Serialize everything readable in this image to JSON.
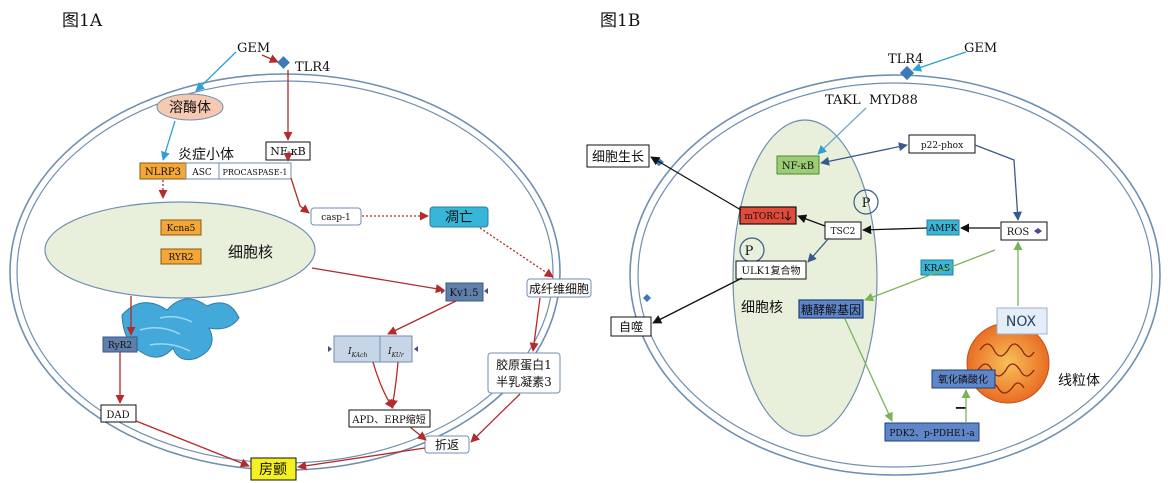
{
  "panels": {
    "a": {
      "title": "图1A"
    },
    "b": {
      "title": "图1B"
    }
  },
  "a": {
    "gem": "GEM",
    "tlr4": "TLR4",
    "lysosome": "溶酶体",
    "nfkb": "NF-κB",
    "inflammasome": "炎症小体",
    "nlrp3": "NLRP3",
    "asc": "ASC",
    "procaspase": "PROCASPASE-1",
    "casp1": "casp-1",
    "apoptosis": "凋亡",
    "kcna5": "Kcna5",
    "ryr2_nuc": "RYR2",
    "nucleus": "细胞核",
    "kv15": "Kv1.5",
    "fibroblast": "成纤维细胞",
    "ryr2_er": "RyR2",
    "ikach_base": "I",
    "ikach_sub": "KAch",
    "ikur_base": "I",
    "ikur_sub": "KUr",
    "collagen_line1": "胶原蛋白1",
    "collagen_line2": "半乳凝素3",
    "dad": "DAD",
    "apd": "APD、ERP缩短",
    "reentry": "折返",
    "af": "房颤"
  },
  "b": {
    "gem": "GEM",
    "tlr4": "TLR4",
    "takl": "TAKL",
    "myd88": "MYD88",
    "cell_growth": "细胞生长",
    "nfkb": "NF-κB",
    "p22": "p22-phox",
    "p_mark1": "P",
    "mtorc1": "mTORC1",
    "tsc2": "TSC2",
    "ampk": "AMPK",
    "ros": "ROS",
    "p_mark2": "P",
    "ulk1": "ULK1复合物",
    "kras": "KRAS",
    "autophagy": "自噬",
    "nucleus": "细胞核",
    "glyco_genes": "糖酵解基因",
    "nox": "NOX",
    "oxphos": "氧化磷酸化",
    "mito": "线粒体",
    "minus": "−",
    "pdk2": "PDK2、p-PDHE1-a"
  },
  "colors": {
    "red_arrow": "#b52a2a",
    "blue_arrow": "#2ea0d6",
    "green_arrow": "#7ab35a",
    "nucleus_fill": "#e8f0dc",
    "orange_box": "#f4a637",
    "teal_box": "#38b6d8",
    "yellow_box": "#f5f020",
    "green_box": "#9ccc74",
    "blue_box": "#5f86c9"
  }
}
